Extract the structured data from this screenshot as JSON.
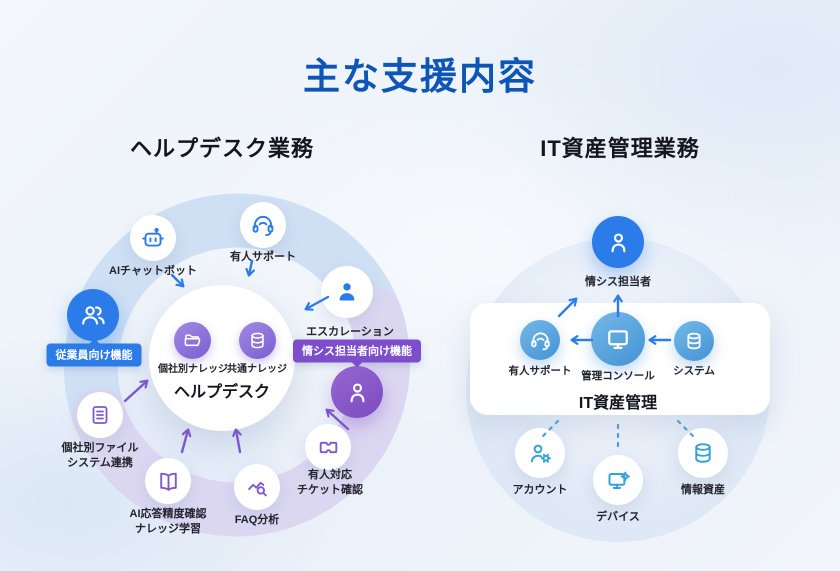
{
  "title": "主な支援内容",
  "sections": {
    "helpdesk": {
      "heading": "ヘルプデスク業務",
      "badge_employee": "従業員向け機能",
      "badge_it_staff": "情シス担当者向け機能",
      "center": {
        "knowledge_personal": "個社別ナレッジ",
        "knowledge_common": "共通ナレッジ",
        "title": "ヘルプデスク"
      },
      "nodes": {
        "ai_chatbot": "AIチャットボット",
        "human_support": "有人サポート",
        "escalation": "エスカレーション",
        "file_system": "個社別ファイル\nシステム連携",
        "knowledge_learning": "AI応答精度確認\nナレッジ学習",
        "faq_analysis": "FAQ分析",
        "ticket_check": "有人対応\nチケット確認"
      }
    },
    "it_asset": {
      "heading": "IT資産管理業務",
      "staff": "情シス担当者",
      "box": {
        "human_support": "有人サポート",
        "console": "管理コンソール",
        "system": "システム",
        "title": "IT資産管理"
      },
      "assets": {
        "account": "アカウント",
        "device": "デバイス",
        "info_asset": "情報資産"
      }
    }
  },
  "colors": {
    "title_blue": "#0d55b7",
    "heading_dark": "#15151f",
    "accent_blue": "#2b7ce8",
    "accent_purple": "#7d4ecb",
    "icon_purple": "#7e57d0",
    "sky_circle": "#4493d5",
    "cyan_icon": "#35a3d6",
    "ring_blue": "#cfe0f4",
    "ring_lavender": "#dcd7f1"
  },
  "icons": {
    "robot-icon": "chatbot robot head",
    "headset-icon": "support agent with headset",
    "person-icon": "single person (filled)",
    "people-icon": "two people outline",
    "person-outline-icon": "single person outline",
    "folder-icon": "open folder",
    "database-icon": "database cylinder",
    "document-icon": "document with lines",
    "book-icon": "open book",
    "chart-magnifier-icon": "trend line with magnifier",
    "ticket-icon": "support ticket",
    "monitor-icon": "computer display",
    "person-gear-icon": "person with gear",
    "monitor-gear-icon": "display with gear"
  }
}
